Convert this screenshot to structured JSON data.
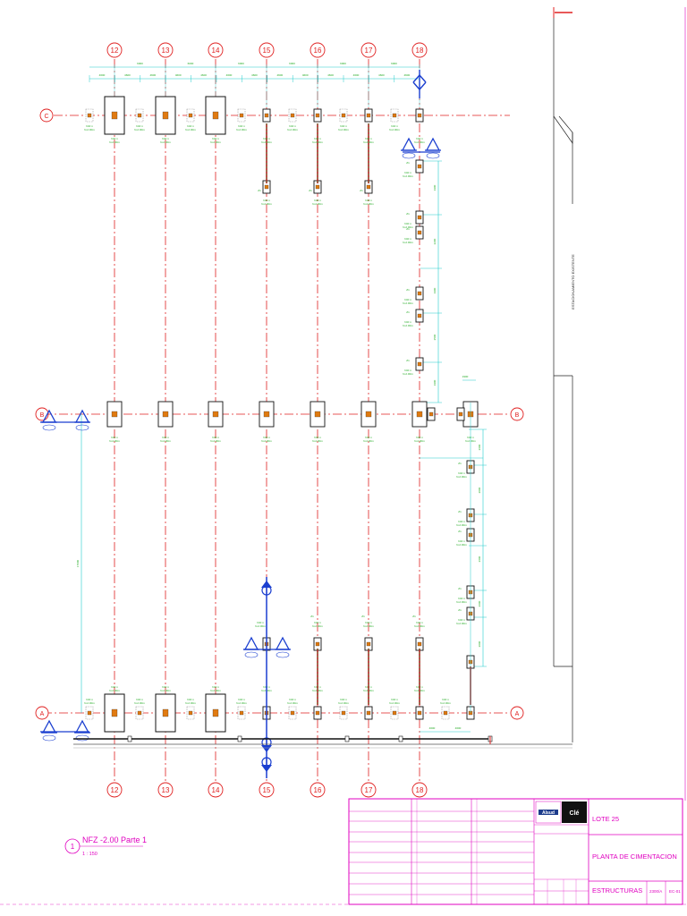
{
  "axes_x": [
    "12",
    "13",
    "14",
    "15",
    "16",
    "17",
    "18"
  ],
  "axes_y": [
    "C",
    "B",
    "A"
  ],
  "green_labels": [
    "h40 n",
    "N-2.00m"
  ],
  "pile_label": "Z1",
  "dim_span": "6000",
  "dim_half": "4600",
  "dim_left": "17000",
  "dim_right_labels": [
    "1900",
    "2200",
    "1900",
    "2500"
  ],
  "dim_right_lower": [
    "2600",
    "2000",
    "2600"
  ],
  "dim_bottom": [
    "4600",
    "4600"
  ],
  "dim_small": "1900",
  "side_label": "ESTACIONAMIENTO EXISTENTE",
  "view": {
    "number": "1",
    "title": "NFZ -2.00 Parte 1",
    "scale": "1 : 150"
  },
  "title_block": {
    "logo1": "Alsud",
    "logo2": "Clé",
    "project": "LOTE 25",
    "drawing_name": "PLANTA DE CIMENTACION",
    "discipline": "ESTRUCTURAS",
    "code": "2300/A",
    "sheet": "EC-01"
  },
  "colors": {
    "axis_red": "#e02020",
    "title_magenta": "#e000c0",
    "dim_cyan": "#22cccc",
    "blue_marker": "#1b3fd0",
    "green_text": "#22aa22",
    "footing_orange": "#e07a10"
  }
}
